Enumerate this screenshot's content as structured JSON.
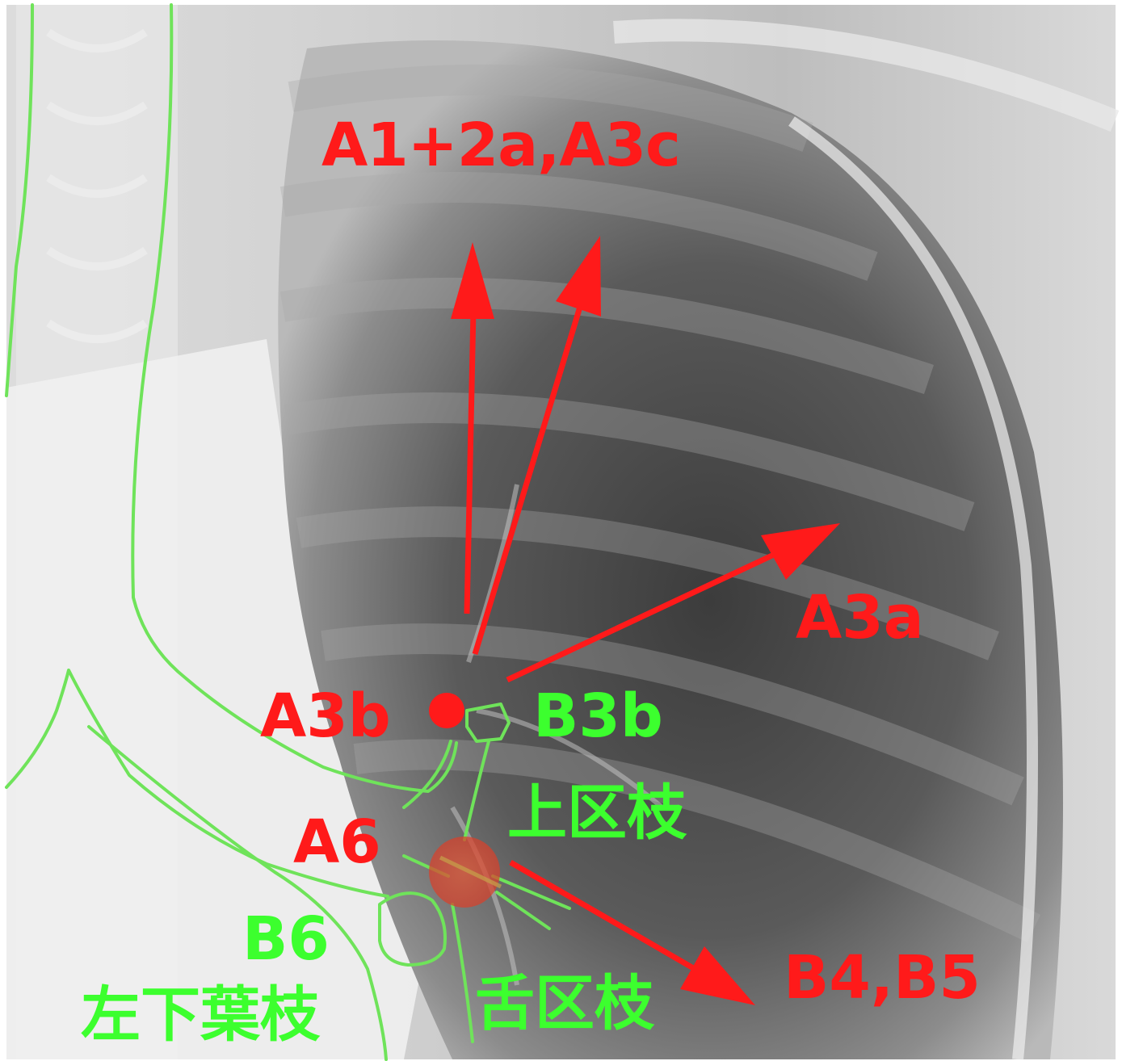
{
  "colors": {
    "annotation_red": "#ff1a1a",
    "annotation_green": "#3cff2e",
    "outline_green": "#6fe35a",
    "background": "#ffffff"
  },
  "labels": {
    "a1_2a_a3c": "A1+2a,A3c",
    "a3a": "A3a",
    "a3b": "A3b",
    "b3b": "B3b",
    "upper_branch": "上区枝",
    "a6": "A6",
    "b6": "B6",
    "lower_lobe_branch": "左下葉枝",
    "lingular_branch": "舌区枝",
    "b4_b5": "B4,B5"
  }
}
